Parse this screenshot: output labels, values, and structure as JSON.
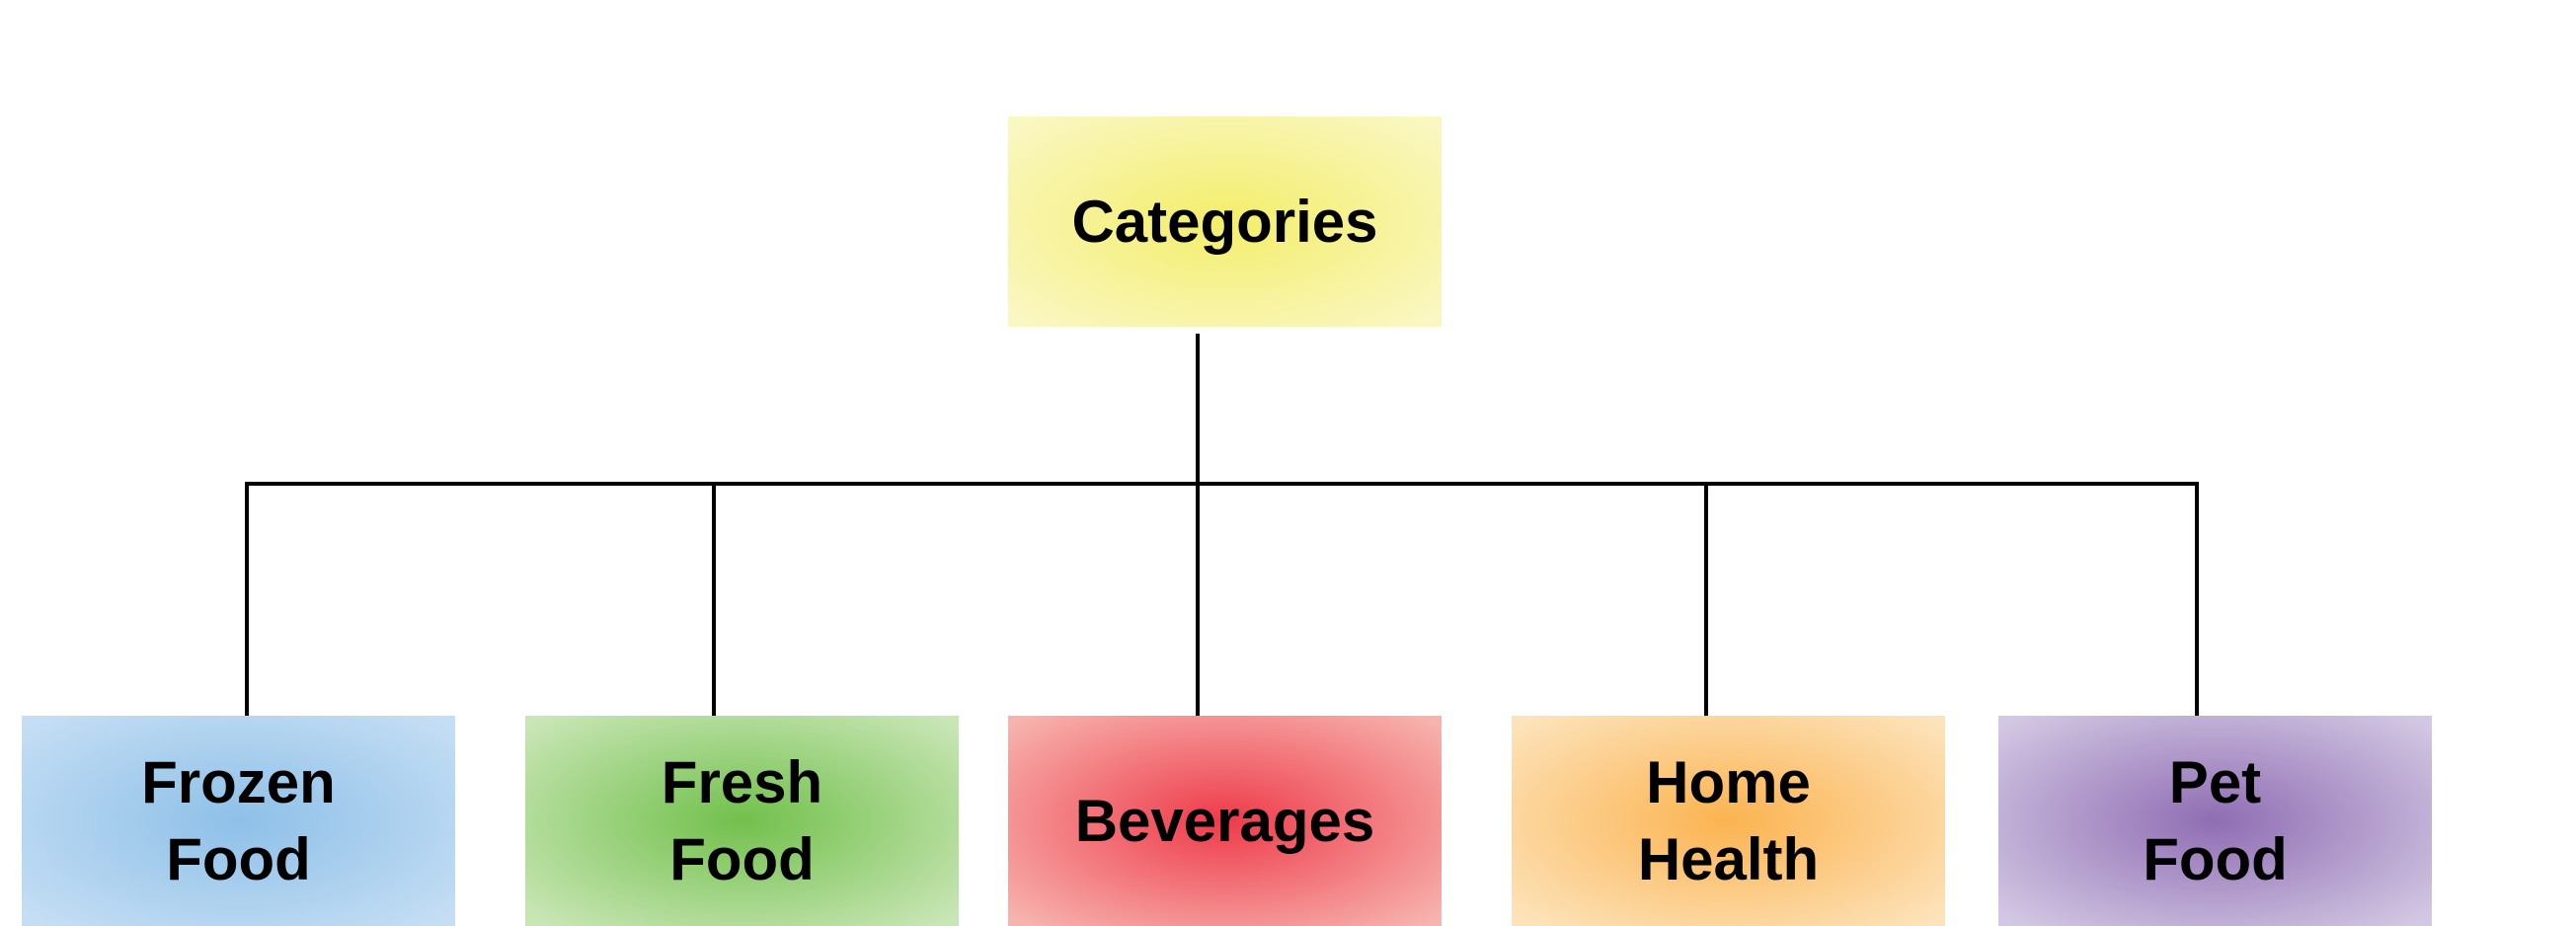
{
  "root": {
    "label": "Categories",
    "color": "#f3ee6a",
    "edge_color": "#faf7c4"
  },
  "children": [
    {
      "line1": "Frozen",
      "line2": "Food",
      "color": "#8ec0e8",
      "edge_color": "#c5def4"
    },
    {
      "line1": "Fresh",
      "line2": "Food",
      "color": "#72c04c",
      "edge_color": "#c9e6b6"
    },
    {
      "line1": "Beverages",
      "line2": "",
      "color": "#ee3b4a",
      "edge_color": "#f7b3ae"
    },
    {
      "line1": "Home",
      "line2": "Health",
      "color": "#fbb350",
      "edge_color": "#fde3bb"
    },
    {
      "line1": "Pet",
      "line2": "Food",
      "color": "#8f6db3",
      "edge_color": "#d3c8e3"
    }
  ],
  "connector_color": "#000000"
}
